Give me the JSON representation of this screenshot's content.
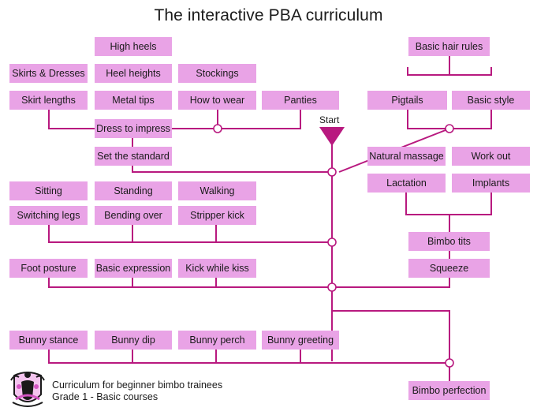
{
  "title": "The interactive PBA curriculum",
  "start_label": "Start",
  "footer": {
    "line1": "Curriculum for beginner bimbo trainees",
    "line2": "Grade 1 - Basic courses"
  },
  "colors": {
    "node_fill": "#e9a3e6",
    "connector": "#b8197f",
    "text": "#1a1a1a"
  },
  "nodes": {
    "high_heels": "High heels",
    "skirts_dresses": "Skirts & Dresses",
    "heel_heights": "Heel heights",
    "stockings": "Stockings",
    "skirt_lengths": "Skirt lengths",
    "metal_tips": "Metal tips",
    "how_to_wear": "How to wear",
    "panties": "Panties",
    "dress_to_impress": "Dress to impress",
    "set_the_standard": "Set the standard",
    "basic_hair_rules": "Basic hair rules",
    "pigtails": "Pigtails",
    "basic_style": "Basic style",
    "natural_massage": "Natural massage",
    "work_out": "Work out",
    "lactation": "Lactation",
    "implants": "Implants",
    "bimbo_tits": "Bimbo tits",
    "squeeze": "Squeeze",
    "sitting": "Sitting",
    "standing": "Standing",
    "walking": "Walking",
    "switching_legs": "Switching legs",
    "bending_over": "Bending over",
    "stripper_kick": "Stripper kick",
    "foot_posture": "Foot posture",
    "basic_expression": "Basic expression",
    "kick_while_kiss": "Kick while kiss",
    "bunny_stance": "Bunny stance",
    "bunny_dip": "Bunny dip",
    "bunny_perch": "Bunny perch",
    "bunny_greeting": "Bunny greeting",
    "bimbo_perfection": "Bimbo perfection"
  }
}
